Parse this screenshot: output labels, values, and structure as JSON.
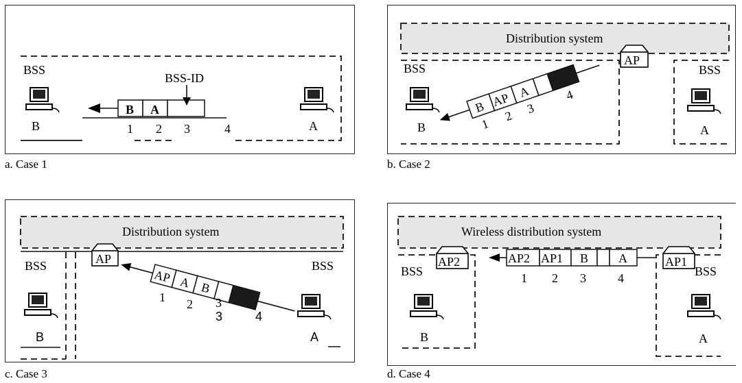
{
  "panels": {
    "a": {
      "caption": "a. Case 1",
      "bss_label": "BSS",
      "bssid_label": "BSS-ID",
      "frame_fields": [
        "B",
        "A",
        ""
      ],
      "field_numbers": [
        "1",
        "2",
        "3",
        "4"
      ],
      "station_b": "B",
      "station_a": "A"
    },
    "b": {
      "caption": "b. Case 2",
      "distribution_label": "Distribution system",
      "ap_label": "AP",
      "bss_left": "BSS",
      "bss_right": "BSS",
      "frame_fields": [
        "B",
        "AP",
        "A",
        ""
      ],
      "field_numbers": [
        "1",
        "2",
        "3",
        "4"
      ],
      "station_b": "B",
      "station_a": "A"
    },
    "c": {
      "caption": "c. Case 3",
      "distribution_label": "Distribution system",
      "ap_label": "AP",
      "bss_left": "BSS",
      "bss_right": "BSS",
      "frame_fields": [
        "AP",
        "A",
        "B",
        ""
      ],
      "field_numbers": [
        "1",
        "2",
        "3",
        "3",
        "4"
      ],
      "station_b": "B",
      "station_a": "A"
    },
    "d": {
      "caption": "d. Case 4",
      "distribution_label": "Wireless distribution system",
      "ap2_label": "AP2",
      "ap1_label": "AP1",
      "bss_left": "BSS",
      "bss_right": "BSS",
      "frame_fields": [
        "AP2",
        "AP1",
        "B",
        "",
        "A"
      ],
      "field_numbers": [
        "1",
        "2",
        "3",
        "4"
      ],
      "station_b": "B",
      "station_a": "A"
    }
  }
}
